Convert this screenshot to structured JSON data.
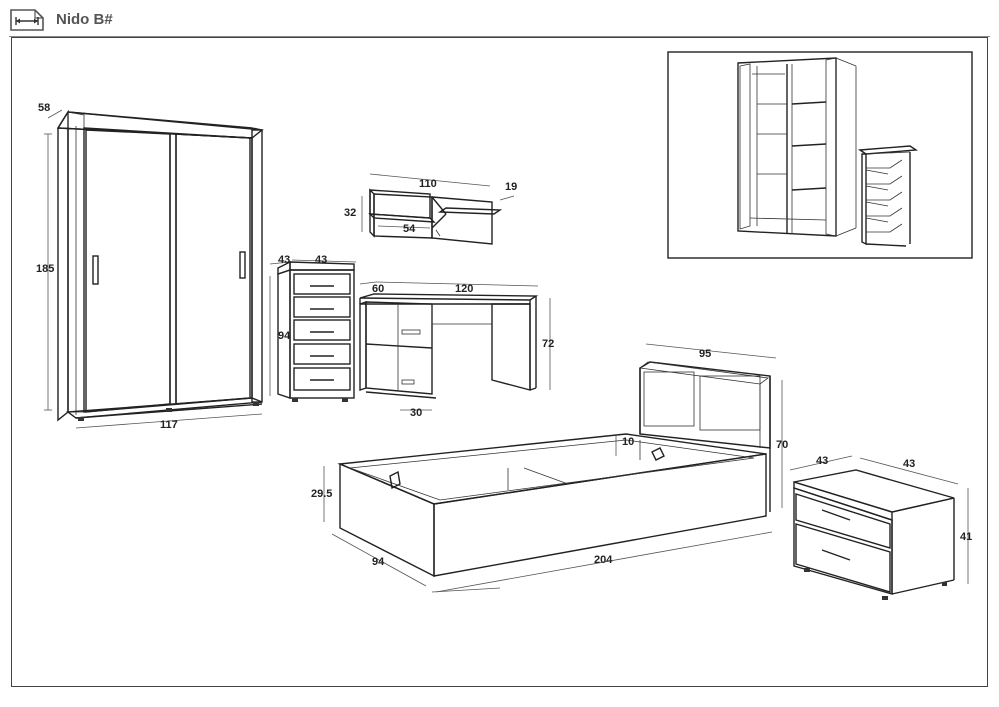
{
  "header": {
    "title": "Nido B#",
    "logo_icon": "width-arrow-icon"
  },
  "dimensions": {
    "wardrobe": {
      "depth": "58",
      "height": "185",
      "width": "117"
    },
    "shelf": {
      "width": "110",
      "depth": "19",
      "height": "32",
      "inner": "54"
    },
    "chest": {
      "depth": "43",
      "width": "43",
      "height": "94"
    },
    "desk": {
      "depth": "60",
      "width": "120",
      "height": "72",
      "shelf": "30"
    },
    "bed": {
      "width": "95",
      "headboard_height": "70",
      "inner_drop": "10",
      "side_height": "29.5",
      "depth": "94",
      "length": "204"
    },
    "nightstand": {
      "depth": "43",
      "width": "43",
      "height": "41"
    }
  },
  "colors": {
    "line": "#222222",
    "header_text": "#555555",
    "frame": "#444444"
  }
}
